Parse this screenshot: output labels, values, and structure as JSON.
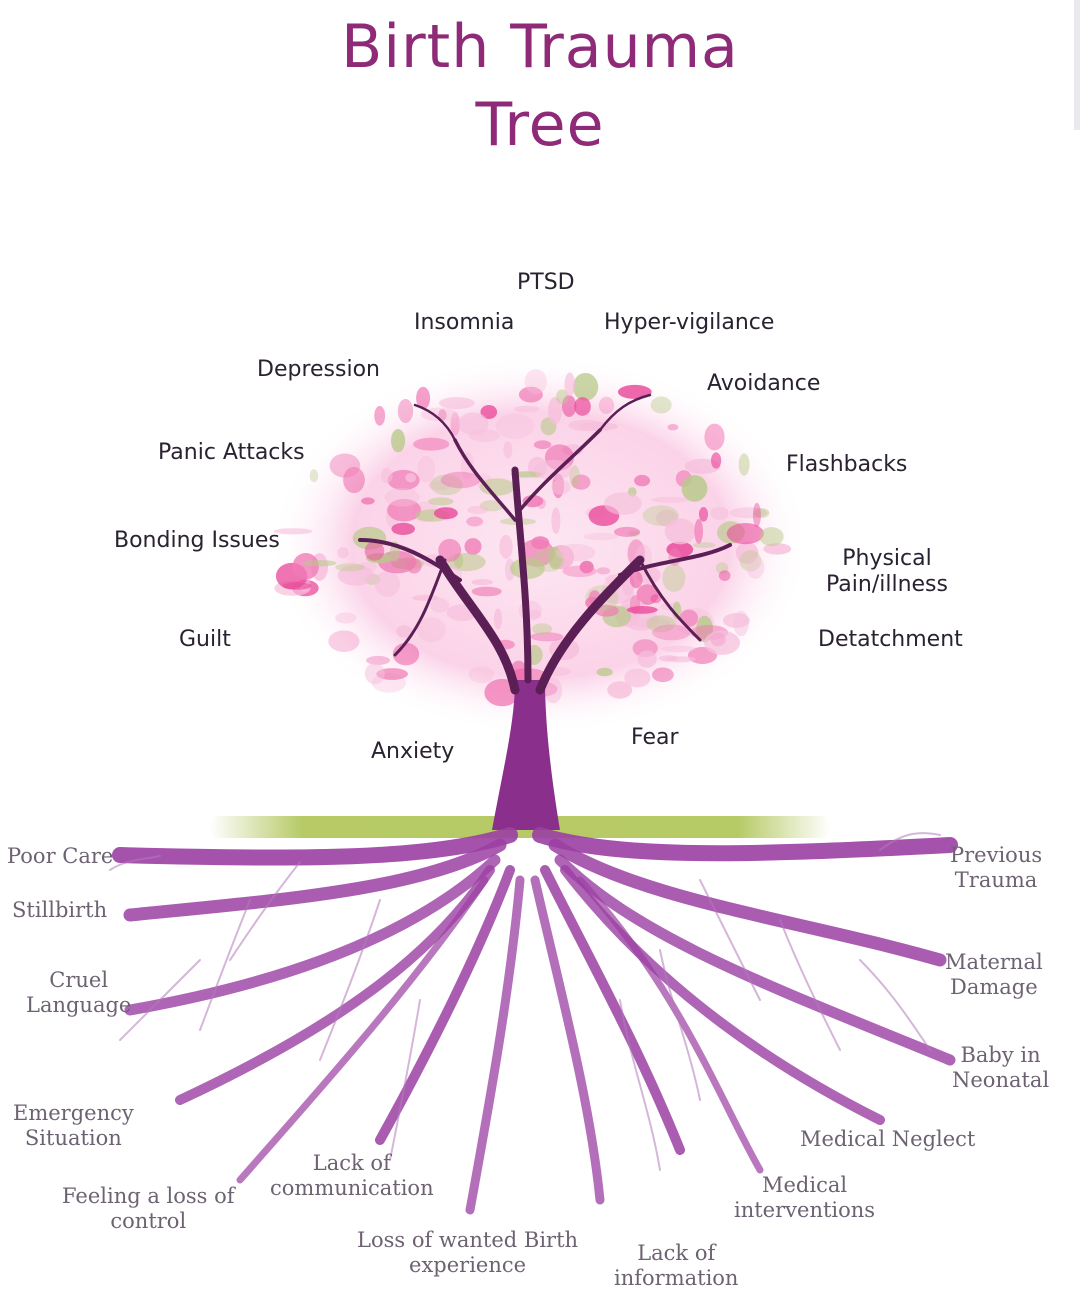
{
  "title": {
    "line1": "Birth Trauma",
    "line2": "Tree"
  },
  "colors": {
    "title": "#8e2a78",
    "trunk": "#8b2f8c",
    "roots": "#9b3fa3",
    "blossom_pink": "#e94b9b",
    "blossom_light": "#f6bfdc",
    "blossom_green": "#b9c98a",
    "ground": "#a9c04a",
    "branch_label": "#2a2230",
    "root_label": "#6d6272"
  },
  "branches": {
    "ptsd": "PTSD",
    "insomnia": "Insomnia",
    "hyper_vigilance": "Hyper-vigilance",
    "depression": "Depression",
    "avoidance": "Avoidance",
    "panic_attacks": "Panic Attacks",
    "flashbacks": "Flashbacks",
    "bonding_issues": "Bonding Issues",
    "physical_pain": [
      "Physical",
      "Pain/illness"
    ],
    "guilt": "Guilt",
    "detatchment": "Detatchment",
    "anxiety": "Anxiety",
    "fear": "Fear"
  },
  "roots": {
    "poor_care": "Poor Care",
    "stillbirth": "Stillbirth",
    "cruel_language": [
      "Cruel",
      "Language"
    ],
    "emergency_situation": [
      "Emergency",
      "Situation"
    ],
    "feeling_loss_of_control": [
      "Feeling a loss of",
      "control"
    ],
    "lack_of_communication": [
      "Lack of",
      "communication"
    ],
    "loss_of_wanted_birth": [
      "Loss of wanted Birth",
      "experience"
    ],
    "lack_of_information": [
      "Lack of",
      "information"
    ],
    "medical_interventions": [
      "Medical",
      "interventions"
    ],
    "medical_neglect": "Medical Neglect",
    "baby_in_neonatal": [
      "Baby in",
      "Neonatal"
    ],
    "maternal_damage": [
      "Maternal",
      "Damage"
    ],
    "previous_trauma": [
      "Previous",
      "Trauma"
    ]
  }
}
